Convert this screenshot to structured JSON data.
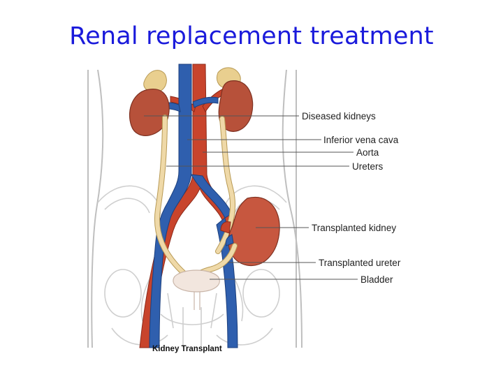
{
  "slide": {
    "title": "Renal replacement treatment"
  },
  "diagram": {
    "labels": {
      "diseased_kidneys": "Diseased kidneys",
      "inferior_vena_cava": "Inferior vena cava",
      "aorta": "Aorta",
      "ureters": "Ureters",
      "transplanted_kidney": "Transplanted kidney",
      "transplanted_ureter": "Transplanted ureter",
      "bladder": "Bladder"
    },
    "caption": "Kidney Transplant"
  },
  "colors": {
    "title": "#1a1adb",
    "artery": "#c8442c",
    "vein": "#2f5fae",
    "kidney": "#b7513a",
    "ureter": "#efd9a8",
    "adrenal": "#e9cf8f",
    "body_outline": "#bfbfbf",
    "bone_outline": "#cfcfcf",
    "bladder": "#f2e6de"
  }
}
